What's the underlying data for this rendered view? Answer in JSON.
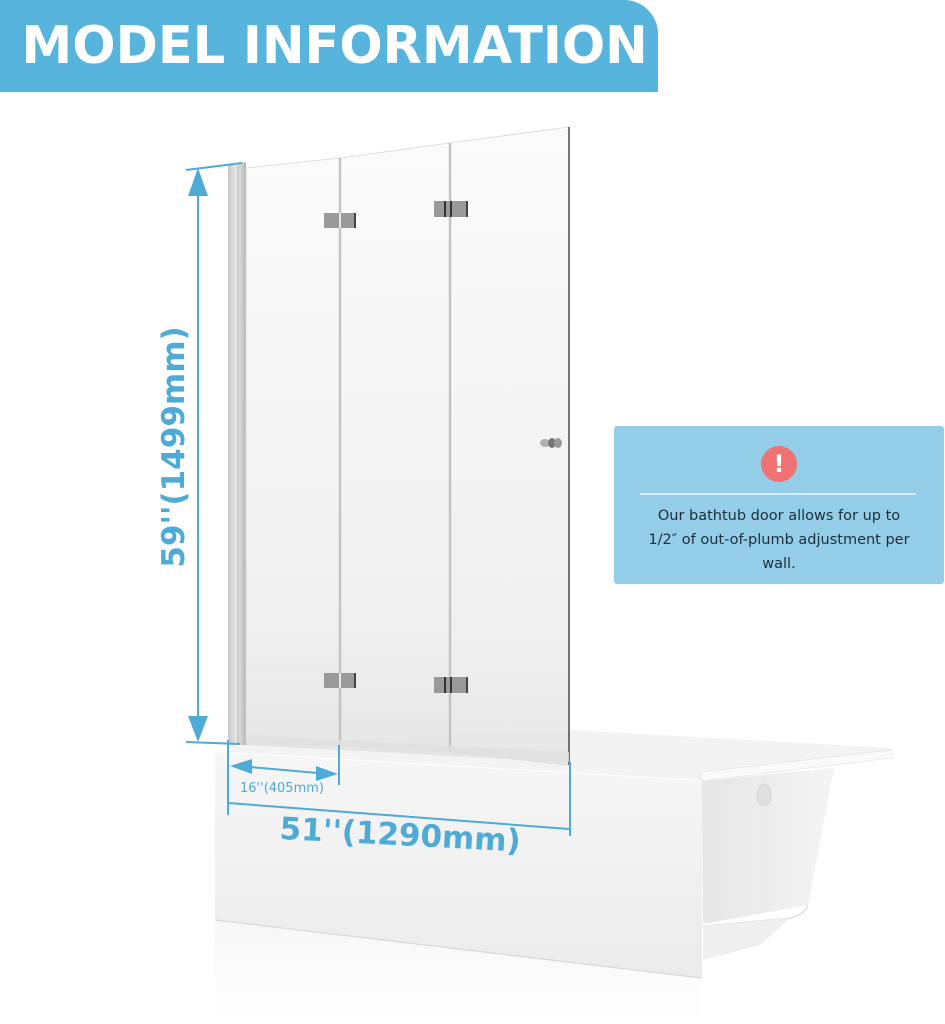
{
  "banner": {
    "title": "MODEL INFORMATION",
    "color": "#56b4dd"
  },
  "dimensions": {
    "height_label": "59''(1499mm)",
    "panel_width_label": "16''(405mm)",
    "total_width_label": "51''(1290mm)",
    "color": "#4eaad6"
  },
  "note": {
    "icon": "exclamation-icon",
    "icon_color": "#f07272",
    "background": "#93cde8",
    "line1": "Our bathtub door allows for up to",
    "line2": "1/2″ of out-of-plumb adjustment per",
    "line3": "wall."
  },
  "product": {
    "panels": 3,
    "hinge_pairs": 2,
    "description": "three-panel folding glass bathtub screen on bathtub"
  }
}
